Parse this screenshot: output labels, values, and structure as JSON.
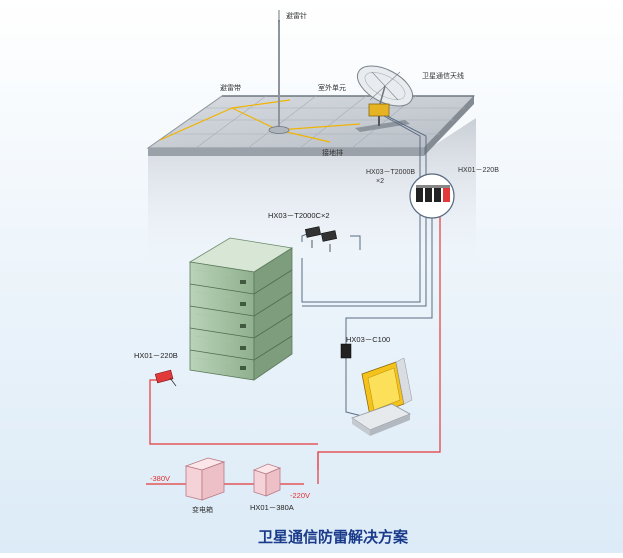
{
  "diagram": {
    "title": "卫星通信防雷解决方案",
    "labels": {
      "lightning_rod": "避雷针",
      "lightning_strip": "避雷带",
      "outdoor_unit": "室外单元",
      "satellite_antenna": "卫星通信天线",
      "grounding_bar": "接地排",
      "protector_roof": "HX03－T2000B\n×2",
      "protector_roof_right": "HX01－220B",
      "protector_mid": "HX03－T2000C×2",
      "protector_rack": "HX01－220B",
      "protector_pc": "HX03－C100",
      "protector_power": "HX01－380A",
      "distribution_box": "变电箱",
      "voltage_in": "-380V",
      "voltage_out": "-220V"
    }
  },
  "colors": {
    "power_line": "#e23a3a",
    "signal_line": "#5a6c82",
    "ground_line": "#f0b400",
    "title": "#1a3a8a"
  },
  "icons": [
    "lightning-rod-icon",
    "satellite-dish-icon",
    "equipment-rack-icon",
    "computer-icon",
    "surge-protector-icon",
    "distribution-box-icon"
  ]
}
